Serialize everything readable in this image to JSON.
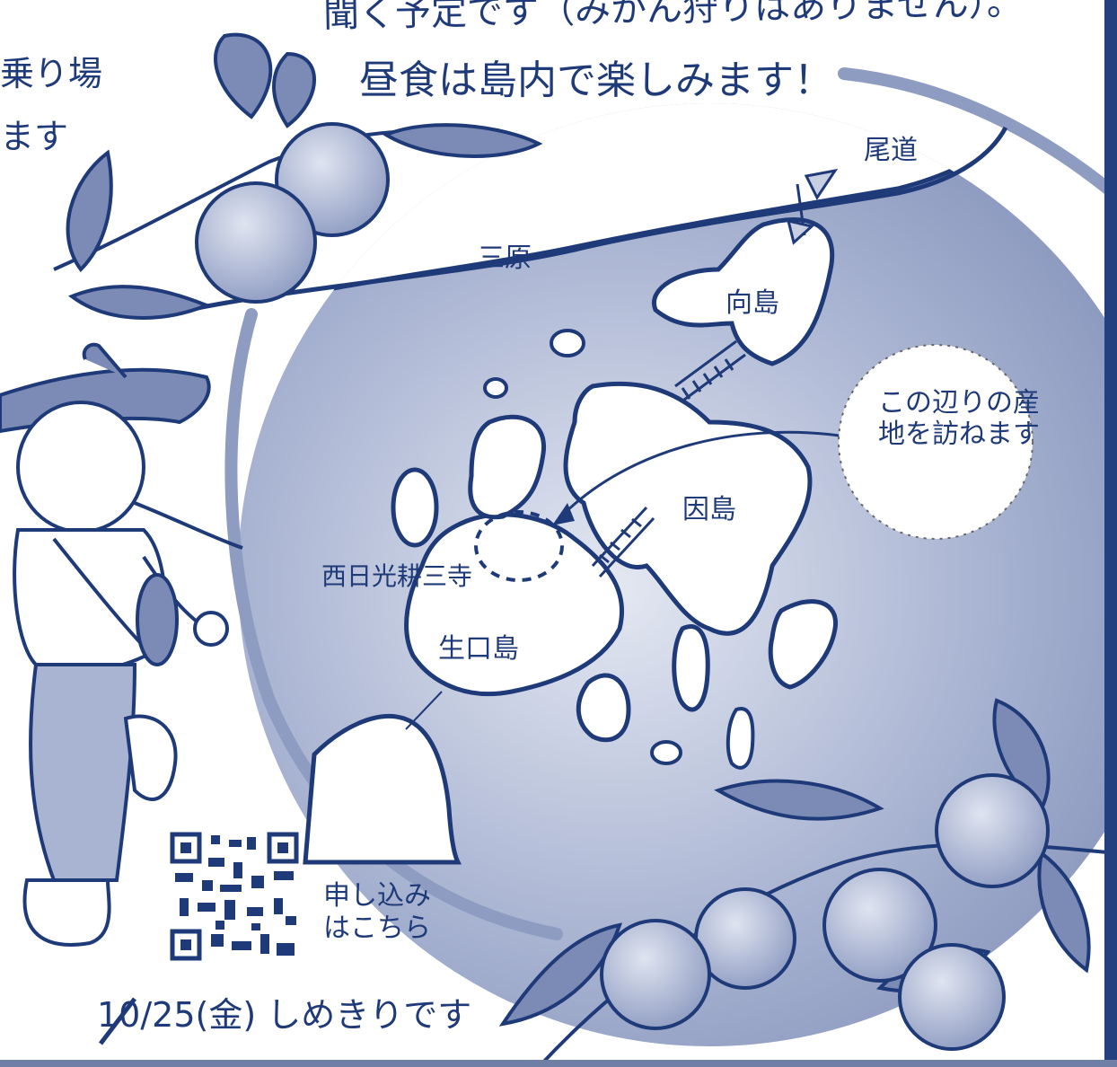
{
  "text": {
    "top_line1": "聞く予定です（みかん狩りはありません）。",
    "top_line2": "昼食は島内で楽しみます！",
    "left_line1": "乗り場",
    "left_line2": "ます",
    "callout": "この辺りの産地を訪ねます",
    "apply": "申し込みはこちら",
    "deadline": "10/25(金) しめきりです"
  },
  "places": {
    "onomichi": "尾道",
    "mihara": "三原",
    "mukaishima": "向島",
    "innoshima": "因島",
    "ikuchijima": "生口島",
    "kosanji": "西日光耕三寺"
  },
  "colors": {
    "ink": "#1f3a78",
    "sea": "#8e9bc0",
    "sea_light": "#c8cfe2",
    "ring": "#9aa6c8",
    "fruit": "#aab5d3",
    "leaf": "#7b8bb6"
  },
  "icons": {
    "qr": "qr-code-icon",
    "bridges": "bridge-icon",
    "flags": "flag-icon"
  }
}
